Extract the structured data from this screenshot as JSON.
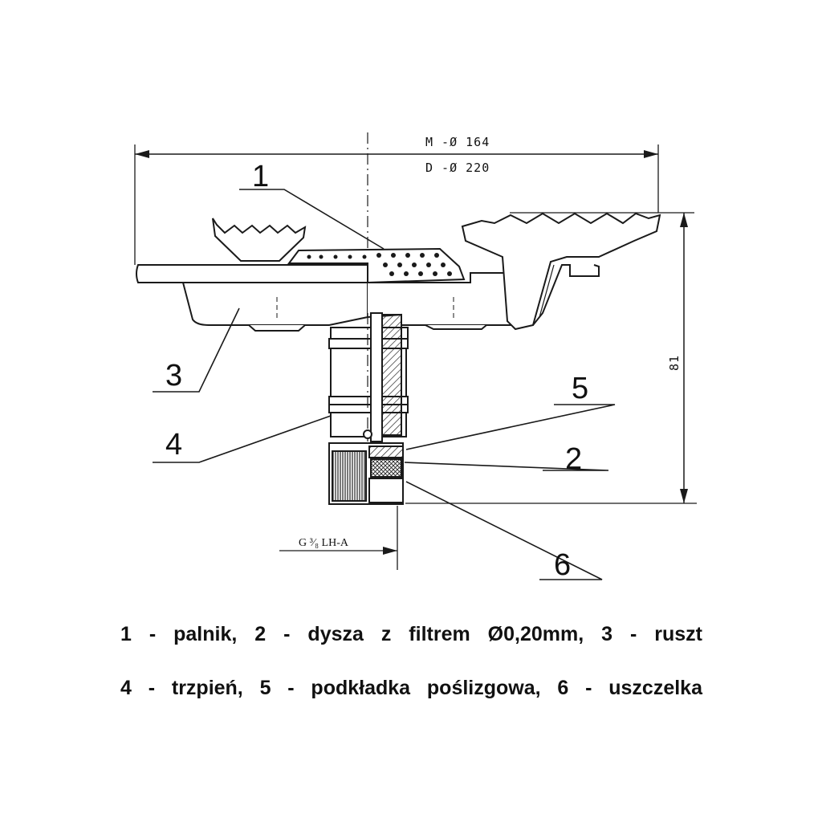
{
  "dimensions": {
    "diameter_m": "M -Ø 164",
    "diameter_d": "D -Ø 220",
    "height": "81",
    "thread": "G ³⁄₈ LH-A"
  },
  "callouts": [
    "1",
    "2",
    "3",
    "4",
    "5",
    "6"
  ],
  "legend": {
    "line1": "1 - palnik, 2 - dysza z filtrem Ø0,20mm, 3 - ruszt",
    "line2": "4 - trzpień, 5 - podkładka poślizgowa, 6 - uszczelka"
  }
}
